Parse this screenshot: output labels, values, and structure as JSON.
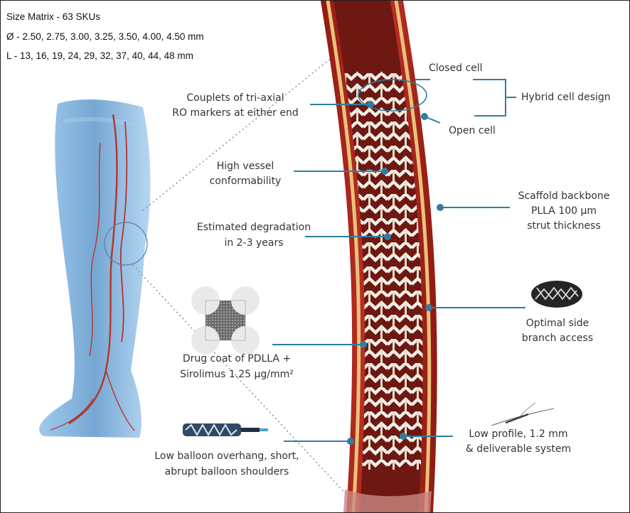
{
  "size_matrix": {
    "title": "Size Matrix - 63 SKUs",
    "diameters": "Ø - 2.50, 2.75, 3.00, 3.25, 3.50, 4.00, 4.50 mm",
    "lengths": "L - 13, 16, 19, 24, 29, 32, 37, 40, 44, 48 mm"
  },
  "callouts": {
    "closed_cell": "Closed cell",
    "open_cell": "Open cell",
    "hybrid_cell": "Hybrid cell design",
    "ro_markers_1": "Couplets of tri-axial",
    "ro_markers_2": "RO markers at either end",
    "conformability_1": "High vessel",
    "conformability_2": "conformability",
    "backbone_1": "Scaffold backbone",
    "backbone_2": "PLLA 100 μm",
    "backbone_3": "strut thickness",
    "degradation_1": "Estimated degradation",
    "degradation_2": "in 2-3 years",
    "side_branch_1": "Optimal side",
    "side_branch_2": "branch access",
    "drug_coat_1": "Drug coat of PDLLA +",
    "drug_coat_2": "Sirolimus 1.25 μg/mm²",
    "low_profile_1": "Low profile, 1.2 mm",
    "low_profile_2": "& deliverable system",
    "balloon_1": "Low balloon overhang, short,",
    "balloon_2": "abrupt balloon shoulders"
  },
  "colors": {
    "leader_line": "#2e7ea0",
    "vessel_wall": "#b3261e",
    "vessel_lumen": "#6e1812",
    "scaffold": "#f4f1ea",
    "leg": "#6ea8d6",
    "vein": "#b7332a"
  }
}
